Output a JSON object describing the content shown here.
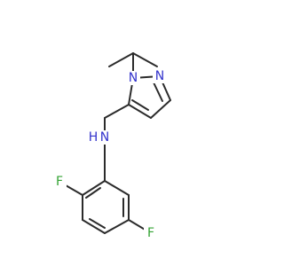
{
  "molecule": {
    "atoms": {
      "nitrogen_pyrazole_1": {
        "label": "N",
        "color": "#3333cc"
      },
      "nitrogen_pyrazole_2": {
        "label": "N",
        "color": "#3333cc"
      },
      "nitrogen_amine": {
        "label": "N",
        "color": "#3333cc"
      },
      "hydrogen_amine": {
        "label": "H",
        "color": "#3333cc"
      },
      "fluorine_ortho": {
        "label": "F",
        "color": "#33a333"
      },
      "fluorine_meta": {
        "label": "F",
        "color": "#33a333"
      }
    },
    "bond_color": "#2b2b2b"
  }
}
